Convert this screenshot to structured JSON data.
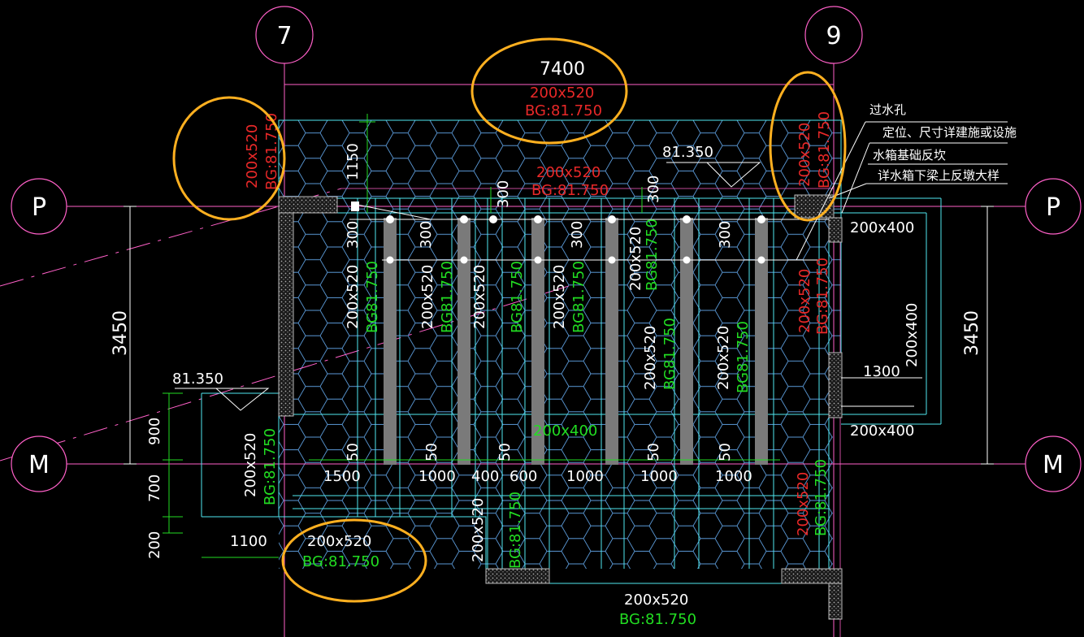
{
  "colors": {
    "background": "#000000",
    "grid_line": "#ff60c8",
    "white": "#ffffff",
    "cyan": "#4fe8f0",
    "green": "#22dd22",
    "red": "#e82828",
    "highlight": "#ffb020",
    "hatch": "#9a9a9a",
    "pit": "#7a7a7a",
    "hex": "#5b9ad8"
  },
  "axes": {
    "seven": "7",
    "nine": "9",
    "p_left": "P",
    "p_right": "P",
    "m_left": "M",
    "m_right": "M"
  },
  "dimensions": {
    "top_span": "7400",
    "left_height": "3450",
    "right_height": "3450",
    "level_top": "81.350",
    "level_left": "81.350",
    "d1150": "1150",
    "d900": "900",
    "d700": "700",
    "d200": "200",
    "d1100": "1100",
    "d1300": "1300",
    "d1500": "1500",
    "d1000_a": "1000",
    "d400": "400",
    "d600": "600",
    "d1000_b": "1000",
    "d1000_c": "1000",
    "d1000_d": "1000",
    "d300_top_1": "300",
    "d300_top_2": "300",
    "d300_a": "300",
    "d300_b": "300",
    "d300_c": "300",
    "d300_d": "300",
    "d50_a": "50",
    "d50_b": "50",
    "d50_c": "50",
    "d50_d": "50",
    "d50_e": "50"
  },
  "beam_labels": {
    "size_520": "200x520",
    "size_400": "200x400",
    "bg": "BG:81.750",
    "bg_short": "BG81.750"
  },
  "notes": [
    "过水孔",
    "定位、尺寸详建施或设施",
    "水箱基础反坎",
    "详水箱下梁上反墩大样"
  ]
}
